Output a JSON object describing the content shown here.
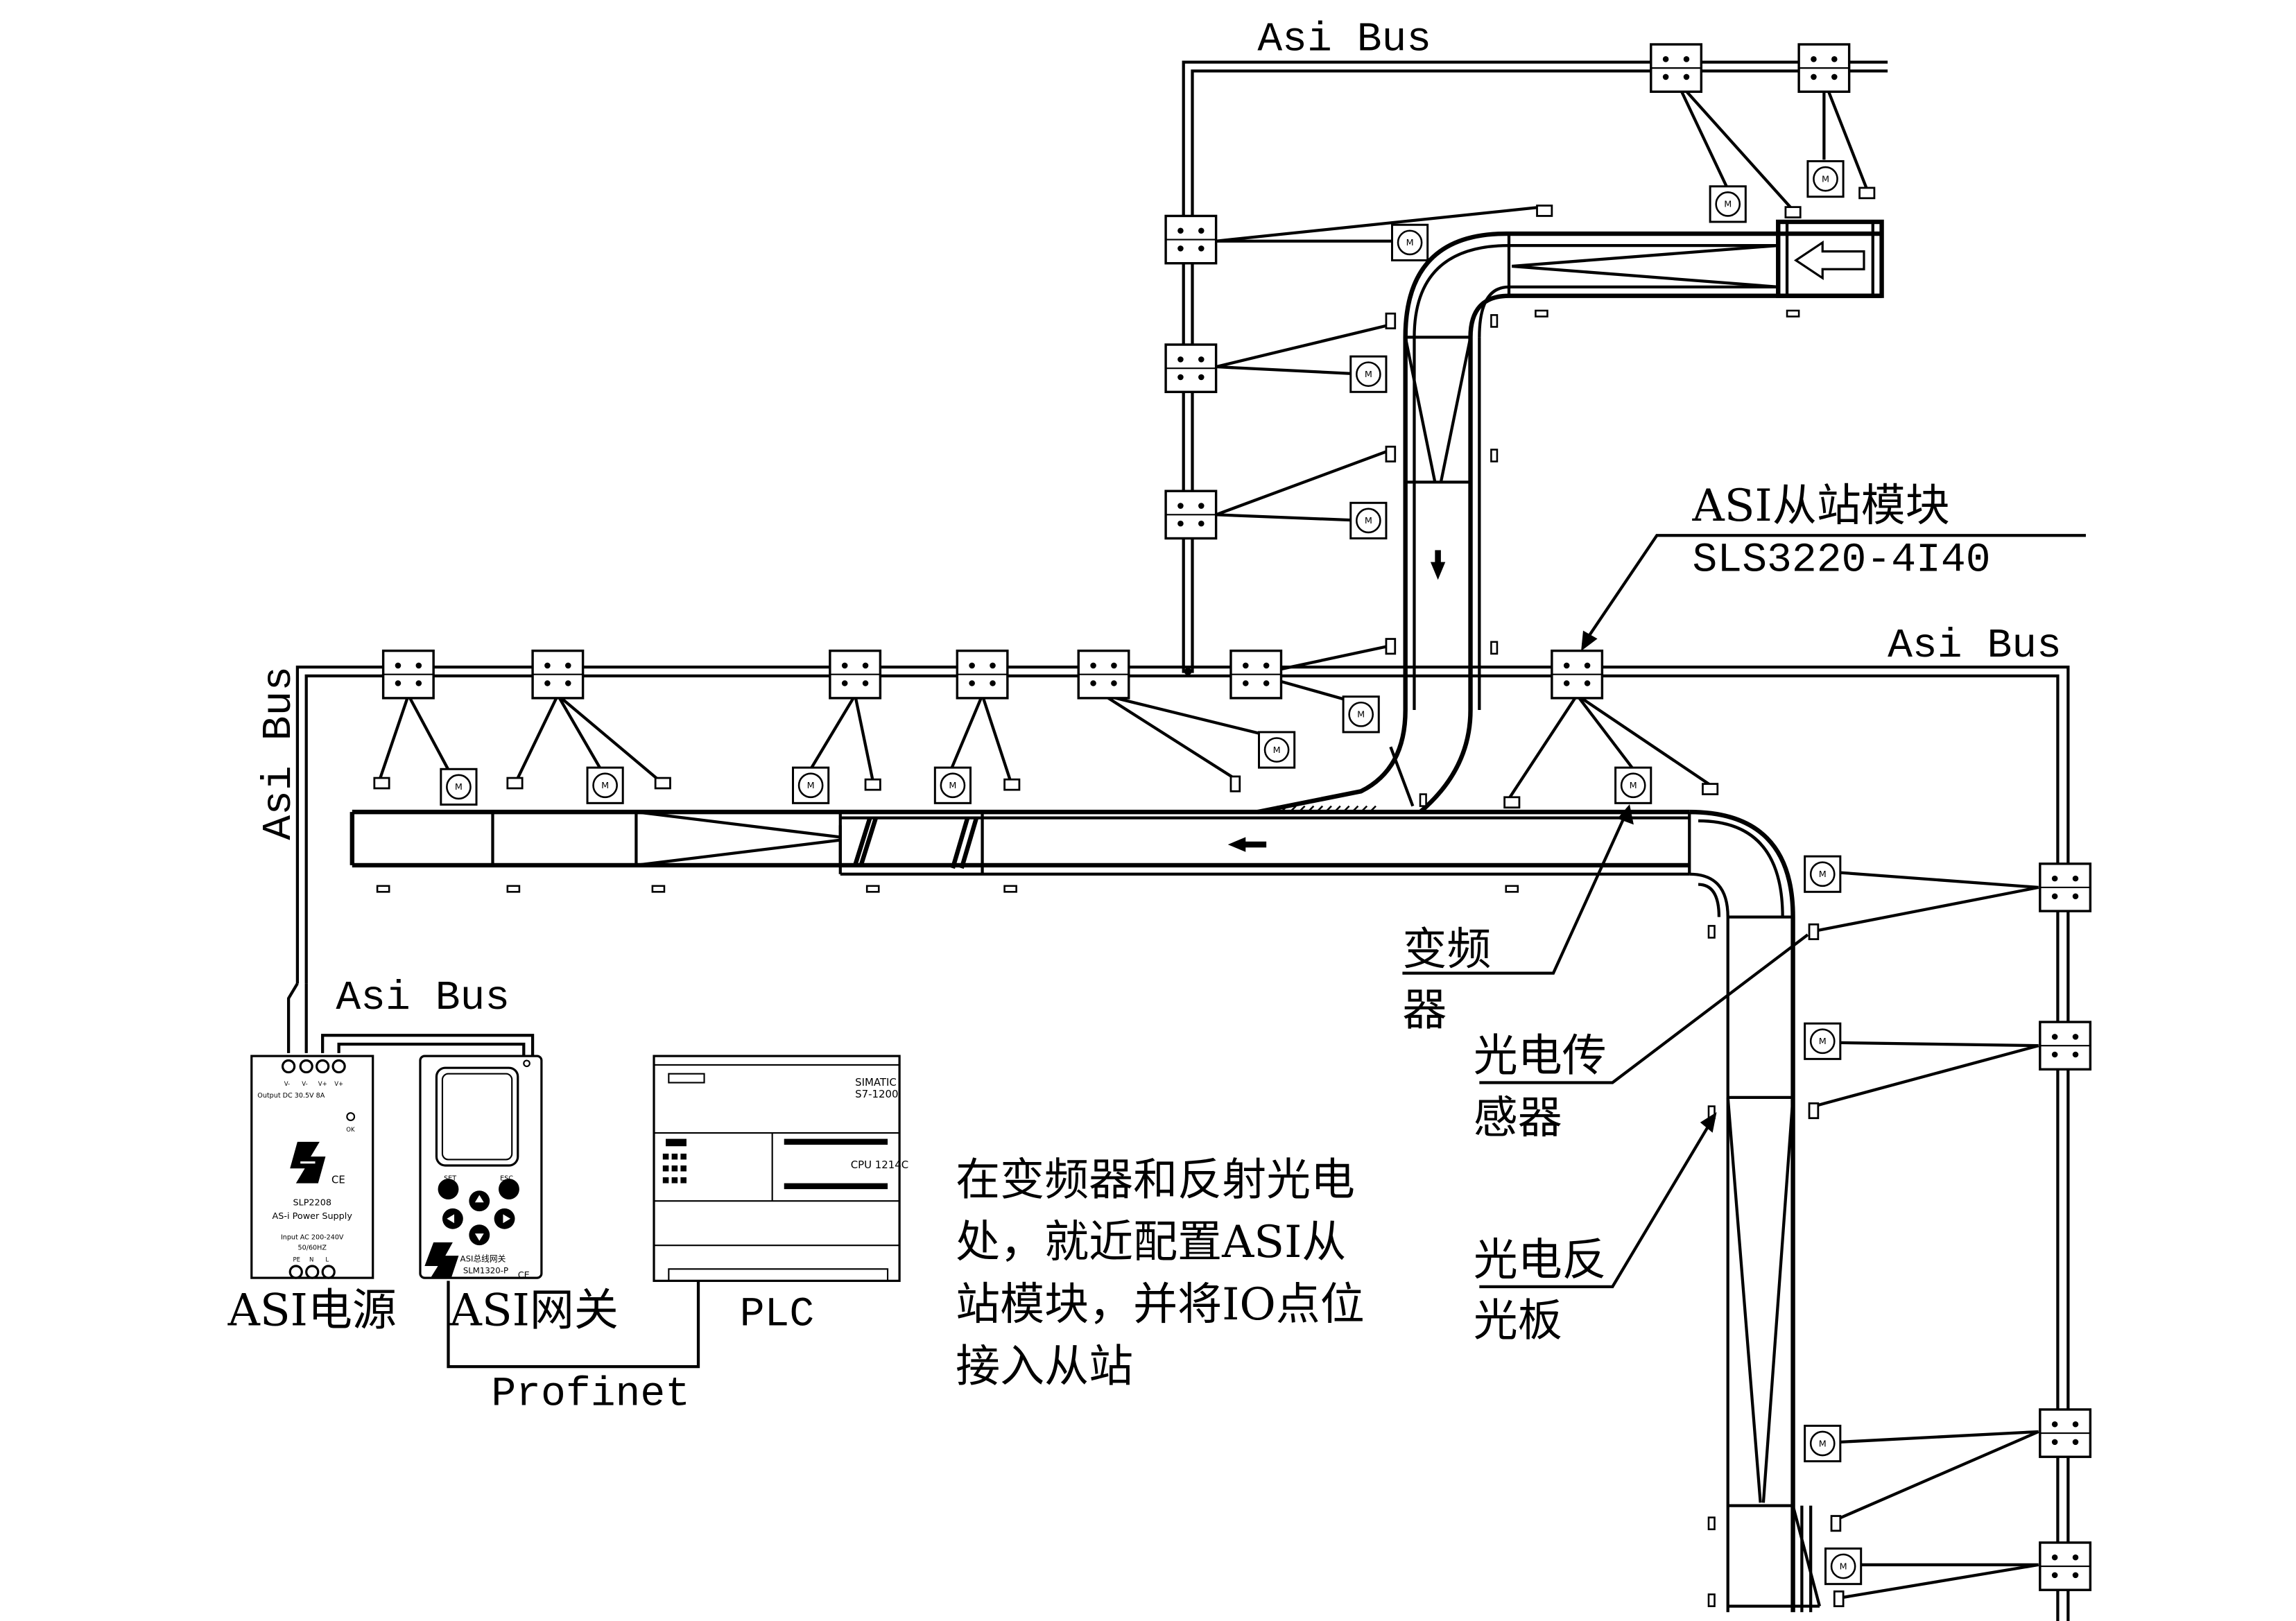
{
  "labels": {
    "asi_bus_top": "Asi Bus",
    "asi_bus_right": "Asi Bus",
    "asi_bus_left_vertical": "Asi Bus",
    "asi_bus_ps": "Asi Bus",
    "slave_module_title": "ASI从站模块",
    "slave_module_model": "SLS3220-4I40",
    "vfd_line1": "变频",
    "vfd_line2": "器",
    "photo_sensor_line1": "光电传",
    "photo_sensor_line2": "感器",
    "reflector_line1": "光电反",
    "reflector_line2": "光板",
    "note_line1": "在变频器和反射光电",
    "note_line2": "处，就近配置ASI从",
    "note_line3": "站模块，并将IO点位",
    "note_line4": "接入从站",
    "asi_power_caption": "ASI电源",
    "asi_gateway_caption": "ASI网关",
    "plc_caption": "PLC",
    "profinet": "Profinet"
  },
  "power_supply": {
    "model": "SLP2208",
    "name": "AS-i Power Supply",
    "output": "Output DC 30.5V 8A",
    "input": "Input AC 200-240V",
    "freq": "50/60HZ",
    "ok": "OK",
    "ce": "CE",
    "term_top": [
      "V-",
      "V-",
      "V+",
      "V+"
    ],
    "term_bottom": [
      "PE",
      "N",
      "L"
    ]
  },
  "gateway": {
    "name": "ASI总线网关",
    "model": "SLM1320-P",
    "btn_left": "SET",
    "btn_right": "ESC",
    "ce": "CE"
  },
  "plc": {
    "brand": "SIMATIC",
    "model": "S7-1200",
    "cpu": "CPU 1214C"
  },
  "motor_symbol": "M"
}
